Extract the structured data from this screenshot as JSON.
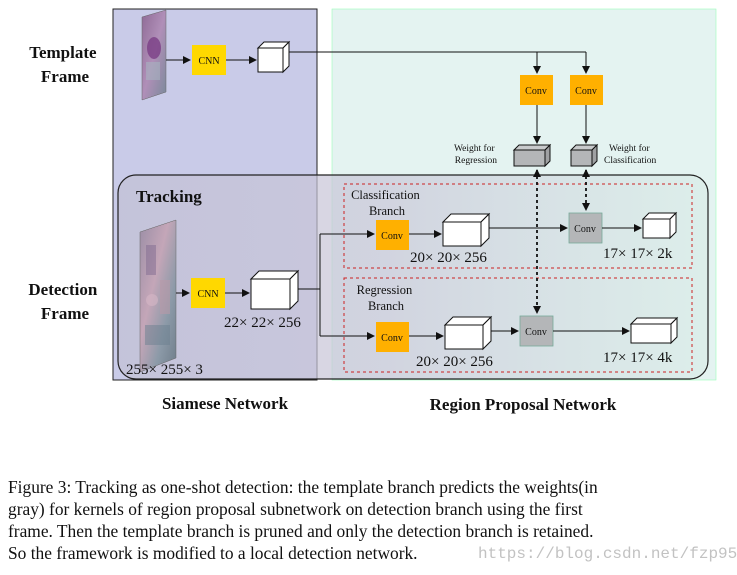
{
  "row_labels": {
    "template_frame": [
      "Template",
      "Frame"
    ],
    "detection_frame": [
      "Detection",
      "Frame"
    ]
  },
  "panels": {
    "siamese_title": "Siamese Network",
    "rpn_title": "Region Proposal Network",
    "tracking_title": "Tracking"
  },
  "blocks": {
    "cnn_template": "CNN",
    "cnn_detection": "CNN",
    "conv_weight_regression": "Conv",
    "conv_weight_classification": "Conv",
    "conv_cls_branch": "Conv",
    "conv_reg_branch": "Conv",
    "conv_cls_xcorr": "Conv",
    "conv_reg_xcorr": "Conv"
  },
  "weight_labels": {
    "regression": [
      "Weight for",
      "Regression"
    ],
    "classification": [
      "Weight for",
      "Classification"
    ]
  },
  "branches": {
    "classification": [
      "Classification",
      "Branch"
    ],
    "regression": [
      "Regression",
      "Branch"
    ]
  },
  "dimensions": {
    "input": "255× 255× 3",
    "detection_feature": "22× 22× 256",
    "cls_feature": "20× 20× 256",
    "reg_feature": "20× 20× 256",
    "cls_output": "17× 17× 2k",
    "reg_output": "17× 17× 4k"
  },
  "caption": {
    "lines": [
      "Figure 3: Tracking as one-shot detection: the template branch predicts the weights(in",
      "gray) for kernels of region proposal subnetwork on detection branch using the first",
      "frame. Then the template branch is pruned and only the detection branch is retained.",
      "So the framework is modified to a local detection network."
    ]
  },
  "watermark": "https://blog.csdn.net/fzp95",
  "colors": {
    "siamese_bg": "#c9cbe8",
    "rpn_bg": "#e4f3f1",
    "cnn_yellow": "#ffd800",
    "conv_orange": "#ffb000",
    "conv_gray": "#b4b6b8",
    "branch_border": "#cc2222"
  }
}
